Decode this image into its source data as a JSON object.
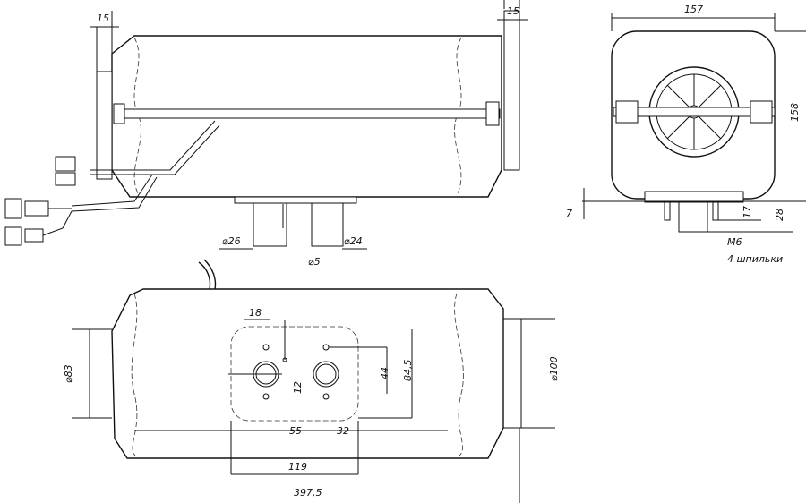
{
  "drawing": {
    "top_view": {
      "dim_left_plate": "15",
      "dim_right_flange": "15",
      "dim_outlet_left": "⌀26",
      "dim_outlet_right": "⌀24",
      "dim_pin": "⌀5"
    },
    "side_view": {
      "dim_width": "157",
      "dim_height": "158",
      "dim_base": "7",
      "dim_stud": "17",
      "dim_outlet_depth": "28",
      "thread": "M6",
      "studs_note": "4 шпильки"
    },
    "bottom_view": {
      "dim_hole_offset": "18",
      "dim_body_dia": "⌀83",
      "dim_center_offset": "12",
      "dim_holes_spacing": "44",
      "dim_plate_height": "84,5",
      "dim_55": "55",
      "dim_32": "32",
      "dim_plate_width": "119",
      "dim_total_length": "397,5",
      "dim_flange_dia": "⌀100"
    }
  }
}
